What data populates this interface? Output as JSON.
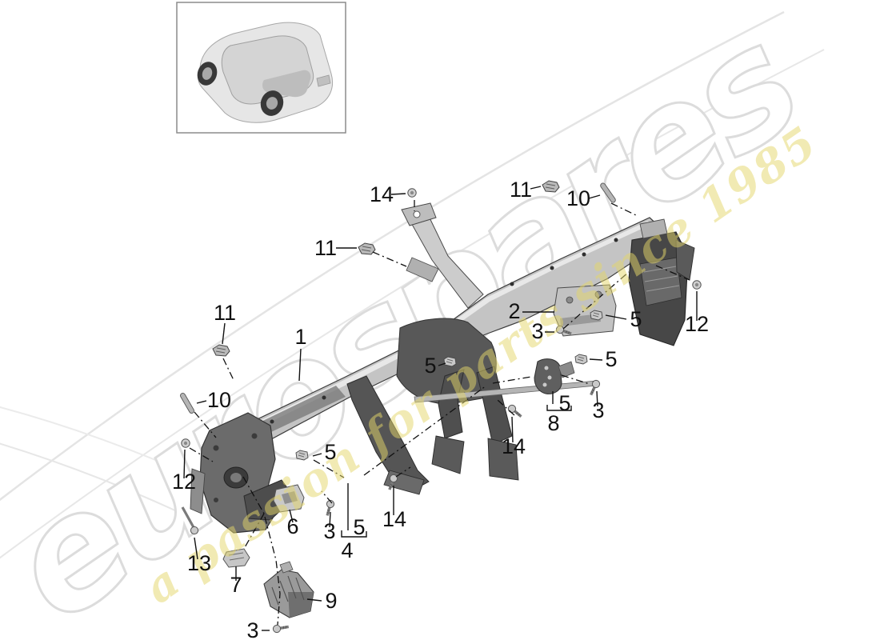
{
  "watermark": {
    "brand": "eurospares",
    "tagline": "a passion for parts since 1985",
    "brand_outline_color": "#dcdcdc",
    "tagline_color": "#e4d66a"
  },
  "callouts": [
    {
      "label": "14"
    },
    {
      "label": "11"
    },
    {
      "label": "10"
    },
    {
      "label": "11"
    },
    {
      "label": "11"
    },
    {
      "label": "1"
    },
    {
      "label": "10"
    },
    {
      "label": "12"
    },
    {
      "label": "2"
    },
    {
      "label": "3"
    },
    {
      "label": "5"
    },
    {
      "label": "12"
    },
    {
      "label": "5"
    },
    {
      "label": "5"
    },
    {
      "label": "3"
    },
    {
      "label": "5"
    },
    {
      "label": "8"
    },
    {
      "label": "14"
    },
    {
      "label": "14"
    },
    {
      "label": "5"
    },
    {
      "label": "3"
    },
    {
      "label": "5"
    },
    {
      "label": "4"
    },
    {
      "label": "6"
    },
    {
      "label": "13"
    },
    {
      "label": "7"
    },
    {
      "label": "9"
    },
    {
      "label": "3"
    }
  ]
}
